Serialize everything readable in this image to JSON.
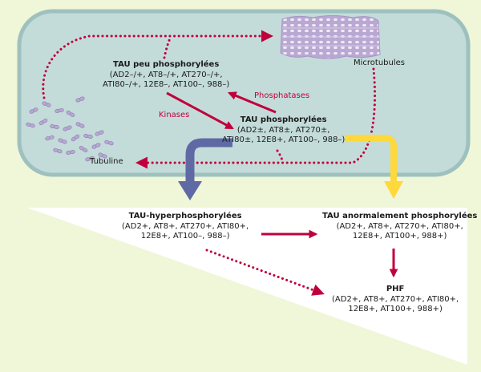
{
  "labels": {
    "tau_low": {
      "title": "TAU peu phosphorylées",
      "details": [
        "(AD2–/+, AT8–/+, AT270–/+,",
        "ATI80–/+, 12E8–, AT100–, 988–)"
      ]
    },
    "tau_phos": {
      "title": "TAU phosphorylées",
      "details": [
        "(AD2±, AT8±, AT270±,",
        "ATI80±, 12E8+, AT100–, 988–)"
      ]
    },
    "tau_hyper": {
      "title": "TAU-hyperphosphorylées",
      "details": [
        "(AD2+, AT8+, AT270+, ATI80+,",
        "12E8+, AT100–, 988–)"
      ]
    },
    "tau_abnormal": {
      "title": "TAU anormalement phosphorylées",
      "details": [
        "(AD2+, AT8+, AT270+, ATI80+,",
        "12E8+, AT100+, 988+)"
      ]
    },
    "phf": {
      "title": "PHF",
      "details": [
        "(AD2+, AT8+, AT270+, ATI80+,",
        "12E8+, AT100+, 988+)"
      ]
    }
  },
  "words": {
    "microtubules": "Microtubules",
    "tubuline": "Tubuline",
    "phosphatases": "Phosphatases",
    "kinases": "Kinases"
  },
  "colors": {
    "background": "#f0f6d8",
    "cell_fill": "#c3dcd9",
    "cell_border": "#9ec1bf",
    "arrow_red": "#c0003c",
    "arrow_blue": "#5f6aa4",
    "arrow_yellow": "#ffd83c",
    "tubulin": "#b9a8d2"
  }
}
